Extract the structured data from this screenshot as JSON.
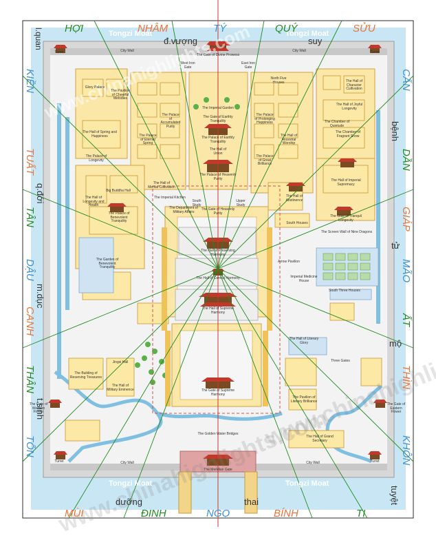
{
  "compass": {
    "top": [
      "HỢI",
      "NHÂM",
      "TÝ",
      "QUÝ",
      "SỬU"
    ],
    "bottom": [
      "MÙI",
      "ĐINH",
      "NGỌ",
      "BÍNH",
      "TỊ"
    ],
    "left": [
      "KIỀN",
      "TUẤT",
      "TÂN",
      "DẬU",
      "CANH",
      "THÂN",
      "TỐN"
    ],
    "right": [
      "CẤN",
      "DẦN",
      "GIÁP",
      "MÃO",
      "ẤT",
      "THÌN",
      "KHÔN"
    ]
  },
  "annotations": {
    "l_quan": "l.quan",
    "d_vuong": "đ.vượng",
    "suy": "suy",
    "benh": "bệnh",
    "q_doi": "q.đới",
    "tu": "tử",
    "m_duc": "m.dục",
    "mo": "mộ",
    "t_sinh": "t.sinh",
    "duong": "dưỡng",
    "thai": "thai",
    "tuyet": "tuyệt"
  },
  "moat": {
    "top_left": "Tongzi Moat",
    "top_right": "Tongzi Moat",
    "bottom_left": "Tongzi Moat",
    "bottom_right": "Tongzi Moat"
  },
  "watermark": "www.chinahighlights.com",
  "buildings": {
    "gate_divine_prowess": "The Gate of Divine Prowess",
    "city_wall_top_l": "City Wall",
    "city_wall_top_r": "City Wall",
    "turret_tl": "Turret",
    "turret_tr": "Turret",
    "turret_bl": "Turret",
    "turret_br": "Turret",
    "imperial_garden": "The Imperial Garden",
    "gate_earthly_tranquility": "The Gate of Earthly Tranquility",
    "palace_earthly_tranquility": "The Palace of Earthly Tranquility",
    "hall_union": "The Hall of Union",
    "palace_heavenly_purity": "The Palace of Heavenly Purity",
    "gate_heavenly_purity": "The Gate of Heavenly Purity",
    "hall_preserving_harmony": "The Hall of Preserving Harmony",
    "hall_central_harmony": "The Hall of Central Harmony",
    "hall_supreme_harmony": "The Hall of Supreme Harmony",
    "gate_supreme_harmony": "The Gate of Supreme Harmony",
    "golden_water_bridges": "The Golden Water Bridges",
    "meridian_gate": "The Meridian Gate",
    "city_wall_bottom_l": "City Wall",
    "city_wall_bottom_r": "City Wall",
    "west_glorious_gate": "The Gate of Western Flower",
    "east_glorious_gate": "The Gate of Eastern Flower",
    "hall_mental_cultivation": "The Hall of Mental Cultivation",
    "imperial_kitchen": "The Imperial Kitchen",
    "military_affairs": "The Department of Military Affairs",
    "south_three_houses": "South Three Houses",
    "arrow_pavilion": "Arrow Pavilion",
    "screen_wall_nine_dragons": "The Screen Wall of Nine Dragons",
    "gate_tranquil_longevity": "The Gate of Tranquil Longevity",
    "hall_imperial_supremacy": "The Hall of Imperial Supremacy",
    "hall_abstinence": "The Hall of Abstinence",
    "south_houses": "South Houses",
    "imperial_medicine_house": "Imperial Medicine House",
    "three_gates": "Three Gates",
    "hall_literary_glory": "The Hall of Literary Glory",
    "literary_brilliance": "The Pavilion of Literary Brilliance",
    "grand_secretary": "The Hall of Grand Secretary",
    "hall_military_eminence": "The Hall of Military Eminence",
    "hall_martial_valor": "Jingsi Hall",
    "building_treasures": "The Building of Reserving Treasures",
    "big_buddha_hall": "Big Buddha Hall",
    "palace_benevolent_tranquility": "The Palace of Benevolent Tranquility",
    "hall_longevity_health": "The Hall of Longevity and Health",
    "garden_benevolent": "The Garden of Benevolent Tranquility",
    "palace_longevity": "The Palace of Longevity",
    "chamber_quiet": "The Chamber of Quietude",
    "glory_palace": "Glory Palace",
    "palace_eternal_spring": "The Palace of Eternal Spring",
    "palace_accumulated": "The Palace of Accumulated Purity",
    "hall_spring_happiness": "The Hall of Spring and Happiness",
    "hall_joyful": "The Hall of Joyful Longevity",
    "chamber_quiet_study": "The Chamber of Fragrant Snow",
    "pavilion_cheerful": "The Pavilion of Cheerful Melodies",
    "hall_character": "The Hall of Character Cultivation",
    "north_five_houses": "North Five Houses",
    "south_study": "South Study",
    "upper_study": "Upper Study",
    "palace_prolonging": "The Palace of Prolonging Happiness",
    "hall_ancestral": "The Hall of Ancestral Worship",
    "palace_great_brilliance": "The Palace of Great Brilliance",
    "west_iron_gate": "West Iron Gate",
    "east_iron_gate": "East Iron Gate"
  }
}
